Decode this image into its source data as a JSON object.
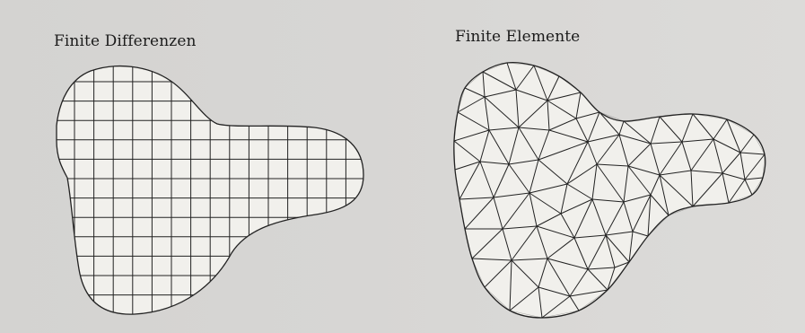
{
  "figure": {
    "left_panel": {
      "title": "Finite Differenzen",
      "mesh_type": "structured-grid"
    },
    "right_panel": {
      "title": "Finite Elemente",
      "mesh_type": "triangular-mesh"
    },
    "colors": {
      "background": "#d6d5d3",
      "domain_fill": "#f1f0ec",
      "mesh_line": "#222222"
    }
  }
}
